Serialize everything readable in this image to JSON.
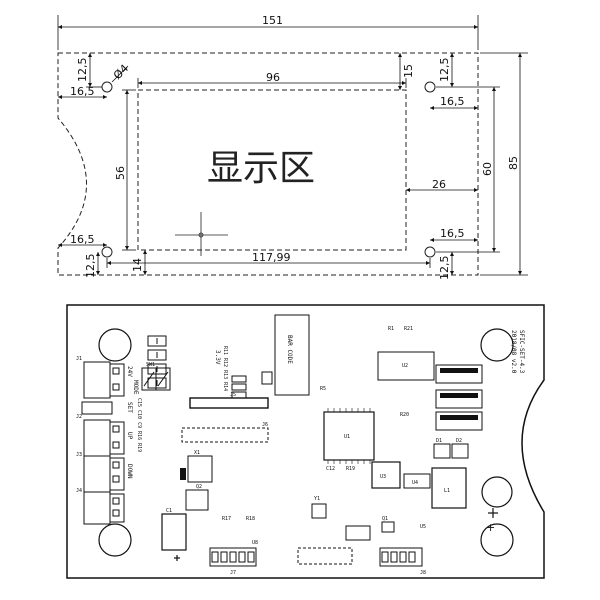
{
  "mechanical": {
    "overall_width": "151",
    "overall_height": "85",
    "display_width": "96",
    "display_height": "56",
    "hole_span_v": "60",
    "hole_span_h": "117,99",
    "edge_tl_top": "12,5",
    "edge_tl_left": "16,5",
    "hole_diameter": "Ø4",
    "edge_tr_top": "12,5",
    "edge_tr_right": "16,5",
    "display_top_offset": "15",
    "display_right_offset": "26",
    "edge_bl_left": "16,5",
    "edge_bl_bottom": "12,5",
    "display_bottom_offset": "14",
    "edge_br_right": "16,5",
    "edge_br_bottom": "12,5",
    "display_area_label": "显示区"
  },
  "pcb": {
    "title_line1": "SFIC-SET-4.3",
    "title_line2": "2018/08 v2.0",
    "barcode_label": "BAR CODE",
    "voltage_label": "3.3V",
    "button_up": "UP",
    "button_down": "DOWN",
    "label_set": "SET",
    "label_24v": "24V",
    "label_mode": "MODE",
    "plus_sign": "+",
    "ref_j1": "J1",
    "ref_j2": "J2",
    "ref_j3": "J3",
    "ref_j4": "J4",
    "ref_j5": "J5",
    "ref_j6": "J6",
    "ref_j7": "J7",
    "ref_j8": "J8",
    "ref_u1": "U1",
    "ref_u2": "U2",
    "ref_u3": "U3",
    "ref_u4": "U4",
    "ref_u5": "U5",
    "ref_u8": "U8",
    "ref_q1": "Q1",
    "ref_q2": "Q2",
    "ref_d1": "D1",
    "ref_d2": "D2",
    "ref_l1": "L1",
    "ref_y1": "Y1",
    "ref_x1": "X1",
    "ref_sw1": "SW1",
    "ref_c1": "C1",
    "ref_c12": "C12",
    "ref_r1": "R1",
    "ref_r5": "R5",
    "ref_r17": "R17",
    "ref_r18": "R18",
    "ref_r19": "R19",
    "ref_r20": "R20",
    "ref_r21": "R21",
    "res_bank_1": "R11 R12 R13 R14",
    "res_bank_2": "C15 C10 C9 R16 R19"
  }
}
